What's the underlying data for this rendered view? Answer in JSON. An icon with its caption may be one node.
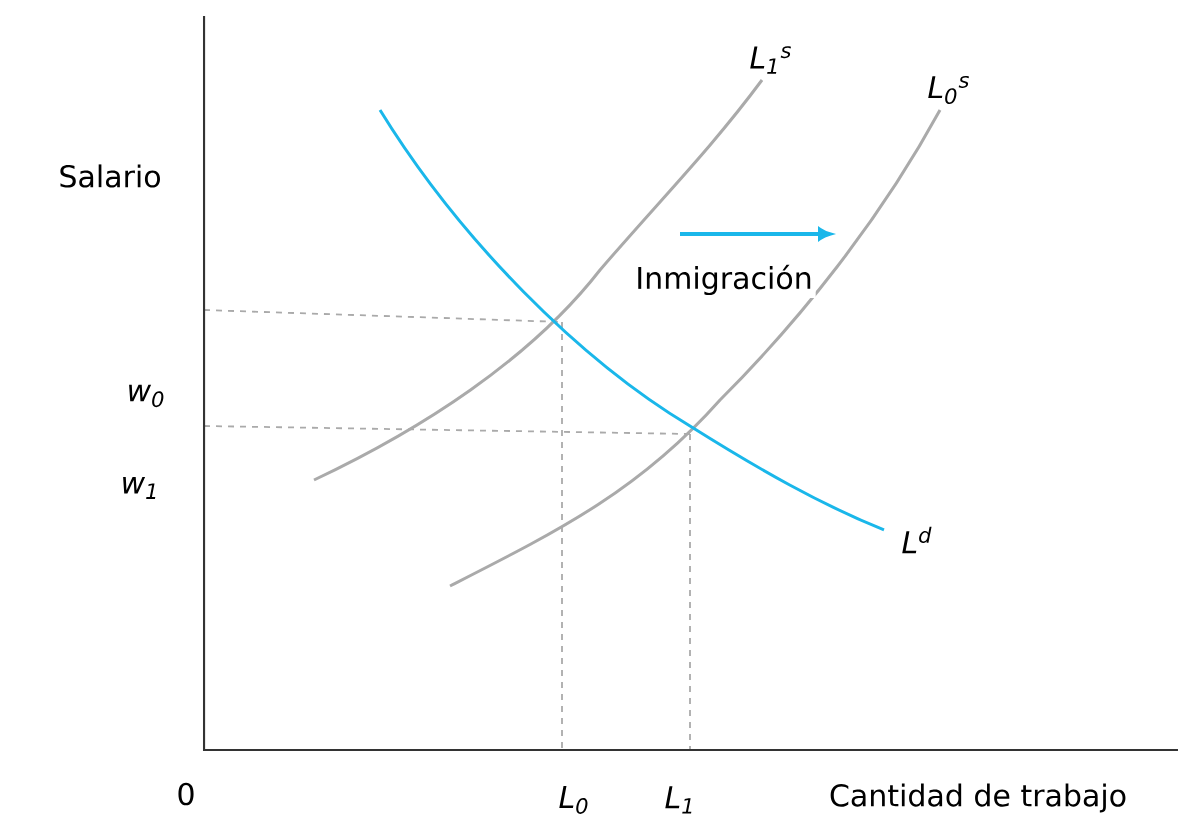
{
  "diagram": {
    "labels": [
      "L$_{1}$$^{s}$",
      "L$_{0}$$^{s}$",
      "Salario",
      "Inmigración",
      "w$_{0}$",
      "w$_{1}$",
      "L$^{d}$",
      "0",
      "L$_{0}$",
      "L$_{1}$",
      "Cantidad de trabajo"
    ]
  }
}
